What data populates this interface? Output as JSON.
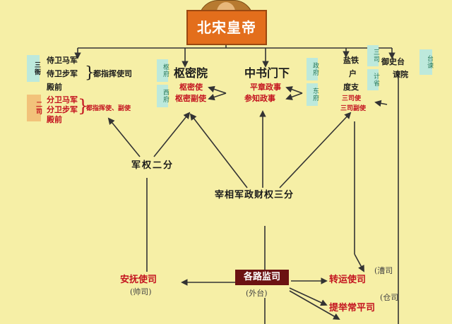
{
  "title": "北宋皇帝",
  "military": {
    "sanya_tag": "三衙",
    "cavalry_guard": "侍卫马军",
    "infantry_guard": "侍卫步军",
    "palace_front": "殿前",
    "commander_offices": "都指挥使司",
    "liangsi_tag": "二司",
    "deputy_cavalry": "分卫马军",
    "deputy_infantry": "分卫步军",
    "deputy_palace": "殿前",
    "deputy_titles": "都指挥使、副使"
  },
  "shumi": {
    "name": "枢密院",
    "left_tag": "枢府",
    "left_tag_2": "西府",
    "commissioner": "枢密使",
    "vice_commissioner": "枢密副使"
  },
  "zhongshu": {
    "name": "中书门下",
    "right_tag": "政府",
    "right_tag_2": "东府",
    "chancellor": "平章政事",
    "vice_chancellor": "参知政事"
  },
  "finance": {
    "salt_iron": "盐铁",
    "households": "户",
    "revenue": "度支",
    "sansi_tag": "三司",
    "accounts_tag": "计省",
    "sansi_commissioner": "三司使",
    "sansi_deputy": "三司副使"
  },
  "censorate": {
    "name": "御史台",
    "remonstrance": "谏院",
    "tag": "台谏"
  },
  "labels": {
    "military_split": "军权二分",
    "three_way_split": "宰相军政财权三分"
  },
  "local": {
    "circuit_supervisors": "各路监司",
    "outer_tag": "(外台)",
    "pacification": "安抚使司",
    "pacification_tag": "(帅司)",
    "transport": "转运使司",
    "transport_tag": "(漕司",
    "ever_normal": "提举常平司",
    "ever_normal_tag": "(仓司"
  },
  "colors": {
    "background": "#f6efa6",
    "emperor": "#e36e1c",
    "accent_red": "#c3121e",
    "tag_cyan": "#bde9dc",
    "supervisor_box": "#6b1212"
  }
}
